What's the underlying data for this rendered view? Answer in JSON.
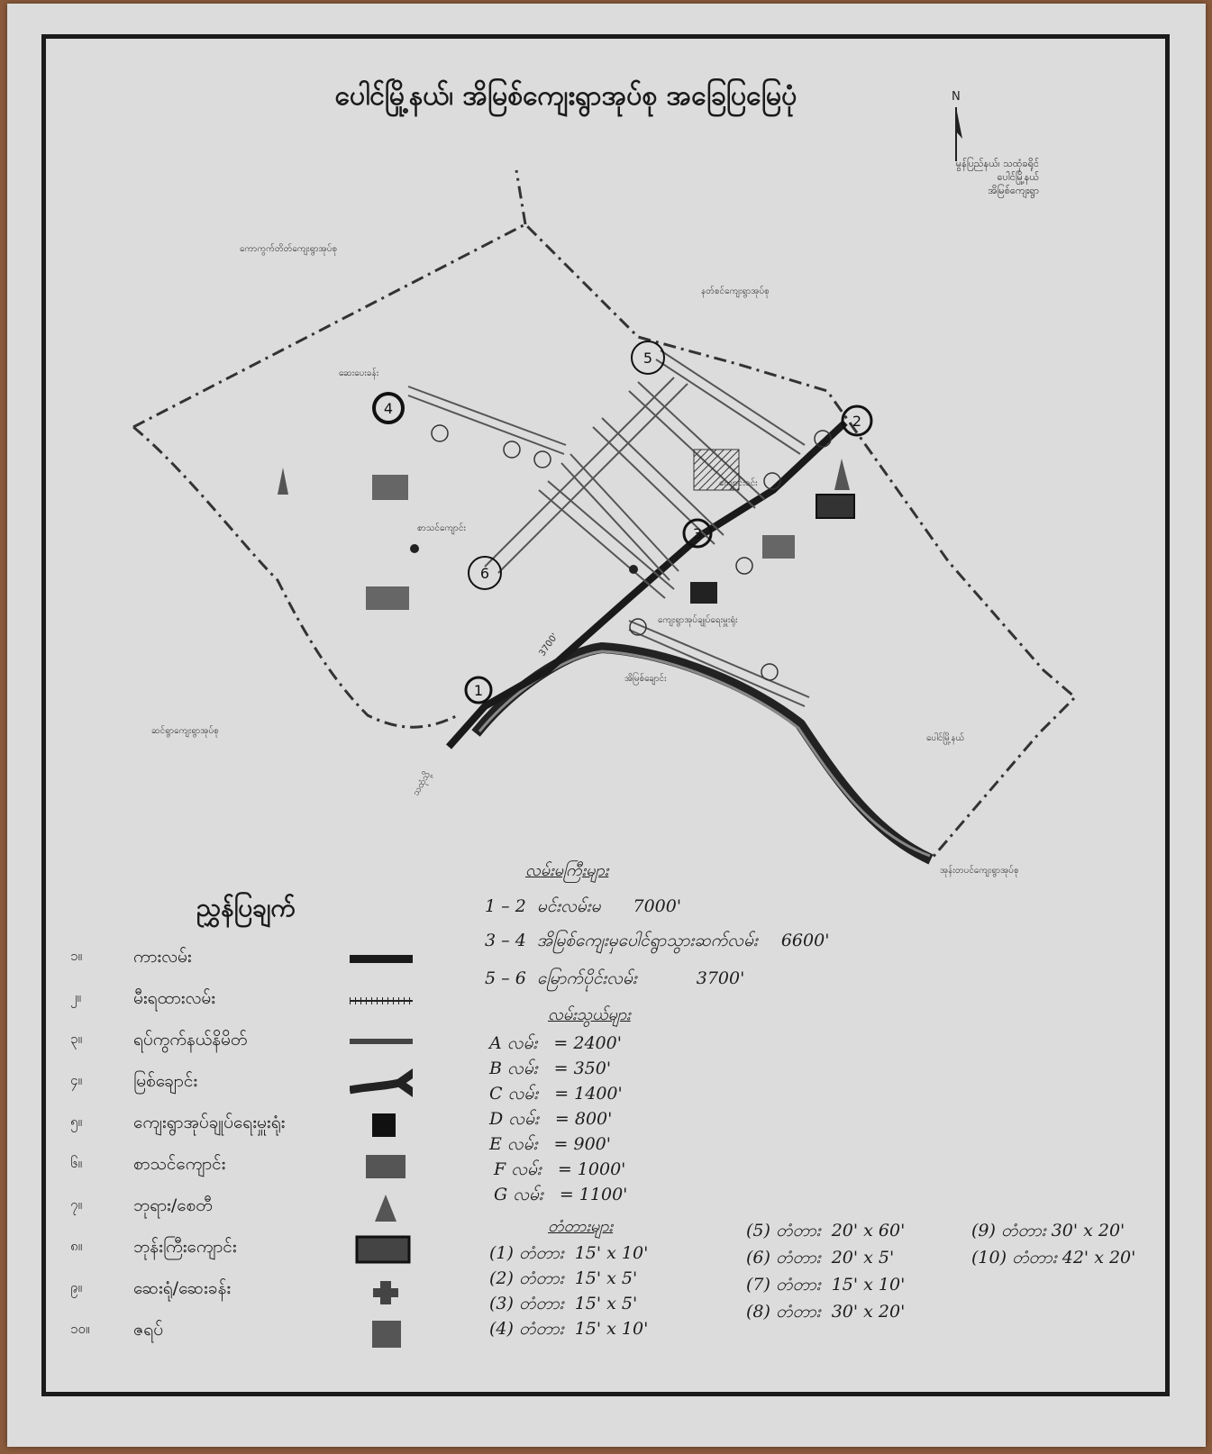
{
  "title": "ပေါင်မြို့နယ်၊ အိမြစ်ကျေးရွာအုပ်စု အခြေပြမြေပုံ",
  "north_label": "N",
  "side_note": [
    "မွန်ပြည်နယ်၊ သထုံခရိုင်",
    "ပေါင်မြို့နယ်",
    "အိမြစ်ကျေးရွာ"
  ],
  "map_labels": {
    "nw_village_tract": "ကောကွက်တိတ်ကျေးရွာအုပ်စု",
    "ne_village_tract": "နတ်စင်ကျေးရွာအုပ်စု",
    "sw_village_tract": "ဆင်ရွာကျေးရွာအုပ်စု",
    "se_town": "ပေါင်မြို့နယ်",
    "bottom_right_tract": "အုန်းတပင်ကျေးရွာအုပ်စု",
    "stream": "အိမြစ်ချောင်း",
    "to_town": "သထုံသို့",
    "road_len_mark": "3700'",
    "monastery_area": "ကျောင်းဝင်း",
    "school_area": "စာသင်ကျောင်း",
    "clinic_area": "ဆေးပေးခန်း",
    "office_area": "ကျေးရွာအုပ်ချုပ်ရေးမှူးရုံး"
  },
  "route_marks": [
    "1",
    "2",
    "3",
    "4",
    "5",
    "6"
  ],
  "legend": {
    "title": "ညွှန်ပြချက်",
    "items": [
      {
        "num": "၁။",
        "label": "ကားလမ်း",
        "symbol": "road"
      },
      {
        "num": "၂။",
        "label": "မီးရထားလမ်း",
        "symbol": "railway"
      },
      {
        "num": "၃။",
        "label": "ရပ်ကွက်နယ်နိမိတ်",
        "symbol": "boundary"
      },
      {
        "num": "၄။",
        "label": "မြစ်ချောင်း",
        "symbol": "river"
      },
      {
        "num": "၅။",
        "label": "ကျေးရွာအုပ်ချုပ်ရေးမှူးရုံး",
        "symbol": "office"
      },
      {
        "num": "၆။",
        "label": "စာသင်ကျောင်း",
        "symbol": "school"
      },
      {
        "num": "၇။",
        "label": "ဘုရား/စေတီ",
        "symbol": "pagoda"
      },
      {
        "num": "၈။",
        "label": "ဘုန်းကြီးကျောင်း",
        "symbol": "monastery"
      },
      {
        "num": "၉။",
        "label": "ဆေးရုံ/ဆေးခန်း",
        "symbol": "clinic"
      },
      {
        "num": "၁၀။",
        "label": "ဇရပ်",
        "symbol": "rest_house"
      }
    ]
  },
  "notes": {
    "main_roads_title": "လမ်းမကြီးများ",
    "main_roads": [
      {
        "from": "1",
        "to": "2",
        "name": "မင်းလမ်းမ",
        "length": "7000'"
      },
      {
        "from": "3",
        "to": "4",
        "name": "အိမြစ်ကျေးမှပေါင်ရွာသွားဆက်လမ်း",
        "length": "6600'"
      },
      {
        "from": "5",
        "to": "6",
        "name": "မြောက်ပိုင်းလမ်း",
        "length": "3700'"
      }
    ],
    "side_roads_title": "လမ်းသွယ်များ",
    "side_roads": [
      {
        "name": "A လမ်း",
        "length": "= 2400'"
      },
      {
        "name": "B လမ်း",
        "length": "= 350'"
      },
      {
        "name": "C လမ်း",
        "length": "= 1400'"
      },
      {
        "name": "D လမ်း",
        "length": "= 800'"
      },
      {
        "name": "E လမ်း",
        "length": "= 900'"
      },
      {
        "name": "F လမ်း",
        "length": "= 1000'"
      },
      {
        "name": "G လမ်း",
        "length": "= 1100'"
      }
    ],
    "bridges_title": "တံတားများ",
    "bridges_left": [
      {
        "mark": "1",
        "name": "တံတား",
        "size": "15' x 10'"
      },
      {
        "mark": "2",
        "name": "တံတား",
        "size": "15' x 5'"
      },
      {
        "mark": "3",
        "name": "တံတား",
        "size": "15' x 5'"
      },
      {
        "mark": "4",
        "name": "တံတား",
        "size": "15' x 10'"
      }
    ],
    "bridges_right": [
      {
        "mark": "5",
        "name": "တံတား",
        "size": "20' x 60'"
      },
      {
        "mark": "6",
        "name": "တံတား",
        "size": "20' x 5'"
      },
      {
        "mark": "7",
        "name": "တံတား",
        "size": "15' x 10'"
      },
      {
        "mark": "8",
        "name": "တံတား",
        "size": "30' x 20'"
      }
    ],
    "bridges_far": [
      {
        "mark": "9",
        "name": "တံတား",
        "size": "30' x 20'"
      },
      {
        "mark": "10",
        "name": "တံတား",
        "size": "42' x 20'"
      }
    ]
  }
}
